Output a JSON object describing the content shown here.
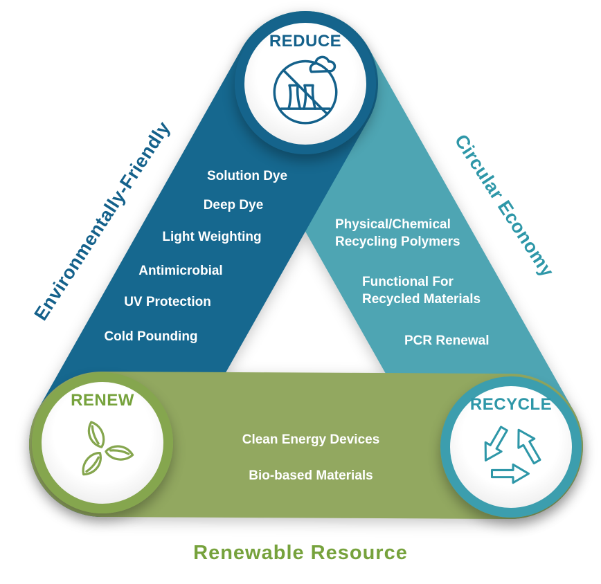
{
  "colors": {
    "band_blue": "#16688F",
    "band_teal": "#4EA5B3",
    "band_green": "#92A860",
    "ring_blue": "#15648C",
    "ring_green": "#85A64E",
    "ring_teal": "#3C9EAE",
    "label_blue": "#14618B",
    "label_teal": "#2E97A8",
    "label_green": "#76A23C",
    "item_text": "#FFFFFF"
  },
  "nodes": {
    "reduce": {
      "label": "REDUCE",
      "icon": "no-emissions-factory-icon"
    },
    "renew": {
      "label": "RENEW",
      "icon": "leaf-cycle-icon"
    },
    "recycle": {
      "label": "RECYCLE",
      "icon": "recycling-arrows-icon"
    }
  },
  "edges": {
    "left": {
      "label": "Environmentally-Friendly",
      "items": [
        "Solution Dye",
        "Deep Dye",
        "Light Weighting",
        "Antimicrobial",
        "UV Protection",
        "Cold Pounding"
      ]
    },
    "right": {
      "label": "Circular Economy",
      "items": [
        "Physical/Chemical\nRecycling Polymers",
        "Functional For\nRecycled Materials",
        "PCR Renewal"
      ]
    },
    "bottom": {
      "label": "Renewable Resource",
      "items": [
        "Clean Energy Devices",
        "Bio-based Materials"
      ]
    }
  }
}
